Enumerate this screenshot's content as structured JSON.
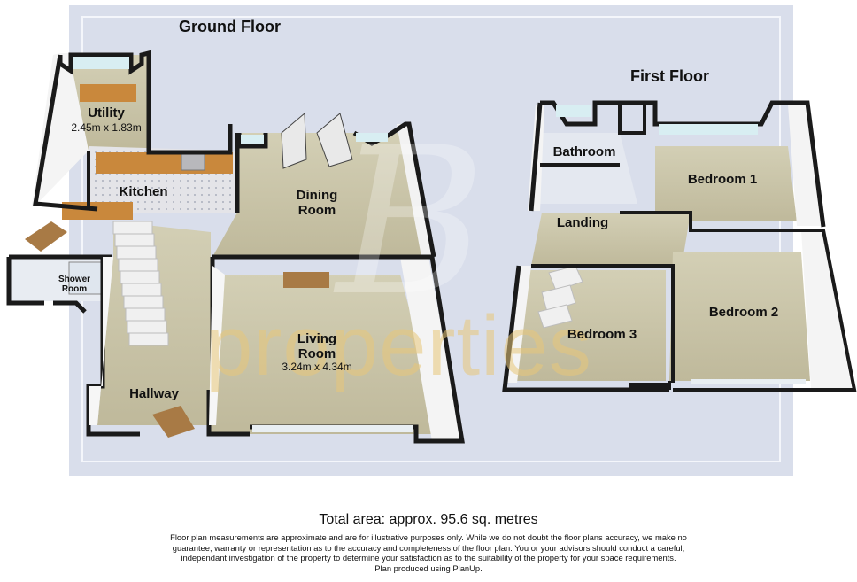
{
  "floors": [
    {
      "title": "Ground Floor"
    },
    {
      "title": "First Floor"
    }
  ],
  "rooms": [
    {
      "id": "utility",
      "name": "Utility",
      "dims": "2.45m x 1.83m"
    },
    {
      "id": "kitchen",
      "name": "Kitchen"
    },
    {
      "id": "dining",
      "name": "Dining\nRoom"
    },
    {
      "id": "shower",
      "name": "Shower\nRoom"
    },
    {
      "id": "living",
      "name": "Living\nRoom",
      "dims": "3.24m x 4.34m"
    },
    {
      "id": "hallway",
      "name": "Hallway"
    },
    {
      "id": "bathroom",
      "name": "Bathroom"
    },
    {
      "id": "bedroom1",
      "name": "Bedroom 1"
    },
    {
      "id": "landing",
      "name": "Landing"
    },
    {
      "id": "bedroom2",
      "name": "Bedroom 2"
    },
    {
      "id": "bedroom3",
      "name": "Bedroom 3"
    }
  ],
  "watermark": {
    "text": "properties"
  },
  "footer": {
    "total_area": "Total area: approx. 95.6 sq. metres",
    "disclaimer_lines": [
      "Floor plan measurements are approximate and are for illustrative purposes only. While we do not doubt the floor plans accuracy, we make no",
      "guarantee, warranty or representation as to the accuracy and completeness of the floor plan. You or your advisors should conduct a careful,",
      "independant investigation of the property to determine your satisfaction as to the suitability of the property for your space requirements.",
      "Plan produced using PlanUp."
    ]
  },
  "colors": {
    "panel_bg": "#d9deeb",
    "floor": "#c9c4a8",
    "wall_top": "#1a1a1a",
    "wall_side": "#f2f2f2",
    "window": "#d8eef2",
    "door": "#a87a45",
    "worktop": "#c9883c"
  }
}
